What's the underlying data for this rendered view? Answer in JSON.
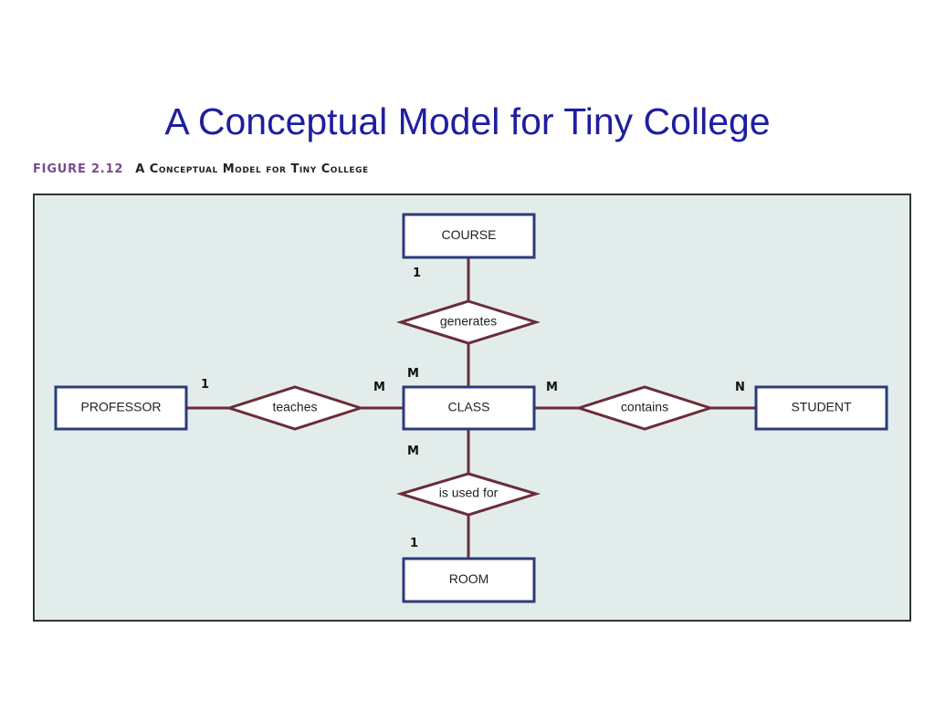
{
  "title": "A Conceptual Model for Tiny College",
  "figure": {
    "number": "FIGURE 2.12",
    "caption": "A Conceptual Model for Tiny College"
  },
  "entities": {
    "course": "COURSE",
    "class": "CLASS",
    "room": "ROOM",
    "professor": "PROFESSOR",
    "student": "STUDENT"
  },
  "relationships": {
    "generates": "generates",
    "teaches": "teaches",
    "contains": "contains",
    "is_used_for": "is used for"
  },
  "cardinalities": {
    "course_generates": "1",
    "class_generates": "M",
    "professor_teaches": "1",
    "class_teaches": "M",
    "class_contains": "M",
    "student_contains": "N",
    "class_used_for": "M",
    "room_used_for": "1"
  },
  "colors": {
    "title": "#1e1ea0",
    "figure_number": "#7b4a8e",
    "diagram_background": "#e2edeb",
    "entity_border": "#2e3a7a",
    "relationship_line": "#6b2c3a"
  }
}
